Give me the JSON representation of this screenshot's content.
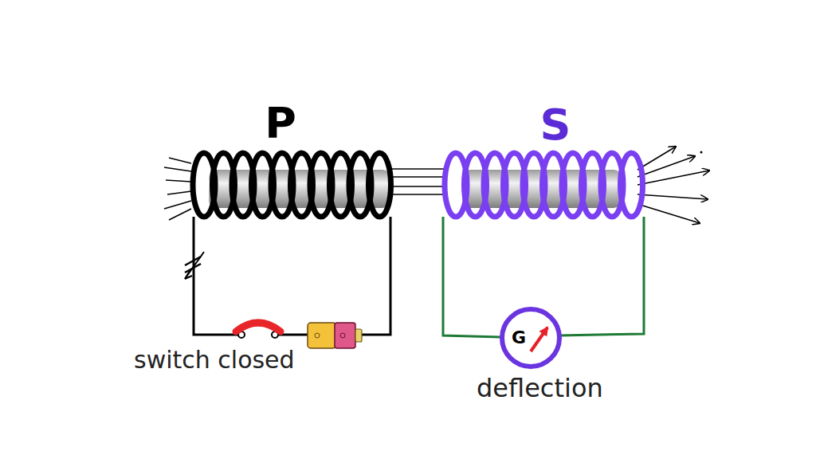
{
  "diagram": {
    "nodes": [
      {
        "text": [
          "G"
        ]
      }
    ],
    "labels": [
      "P",
      "S",
      "switch closed",
      "deflection"
    ]
  }
}
